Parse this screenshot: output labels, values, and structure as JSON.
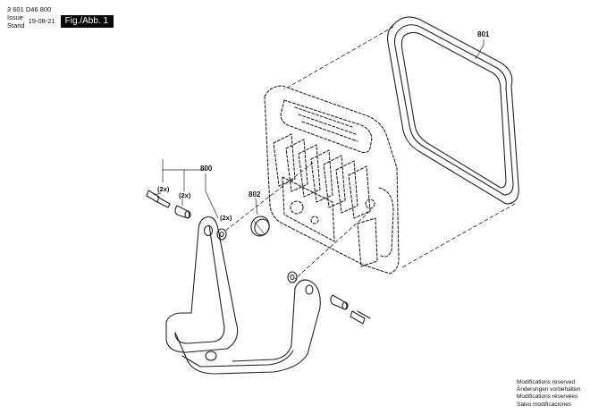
{
  "header": {
    "doc_number": "3 601 D46 800",
    "issue_label": "Issue",
    "stand_label": "Stand",
    "date": "19-08-21",
    "figure": "Fig./Abb. 1"
  },
  "callouts": {
    "frame": "801",
    "handle_kit": "800",
    "cap": "802",
    "qty1": "(2x)",
    "qty2": "(2x)",
    "qty3": "(2x)"
  },
  "footer_notes": [
    "Modifications reserved",
    "Änderungen vorbehalten",
    "Modifications réservées",
    "Salvo modificaciones"
  ]
}
